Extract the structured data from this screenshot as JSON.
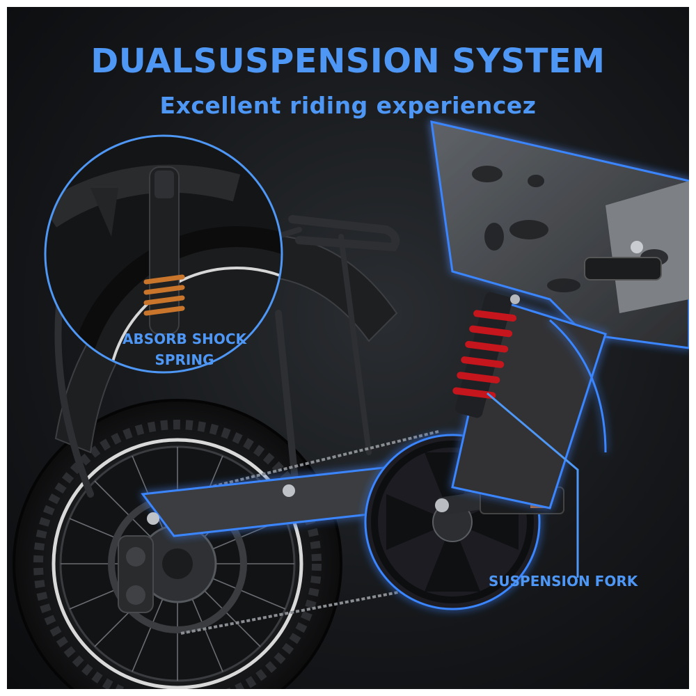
{
  "headline": {
    "title": "DUALSUSPENSION SYSTEM",
    "subtitle": "Excellent riding experiencez"
  },
  "callouts": {
    "absorb_shock_line1": "ABSORB SHOCK",
    "absorb_shock_line2": "SPRING",
    "suspension_fork": "SUSPENSION FORK"
  },
  "colors": {
    "text_accent": "#4f97f5",
    "glow_accent": "#3a86ff",
    "spring_red": "#c4161c",
    "spring_copper": "#c9762c",
    "background_dark": "#111315"
  }
}
